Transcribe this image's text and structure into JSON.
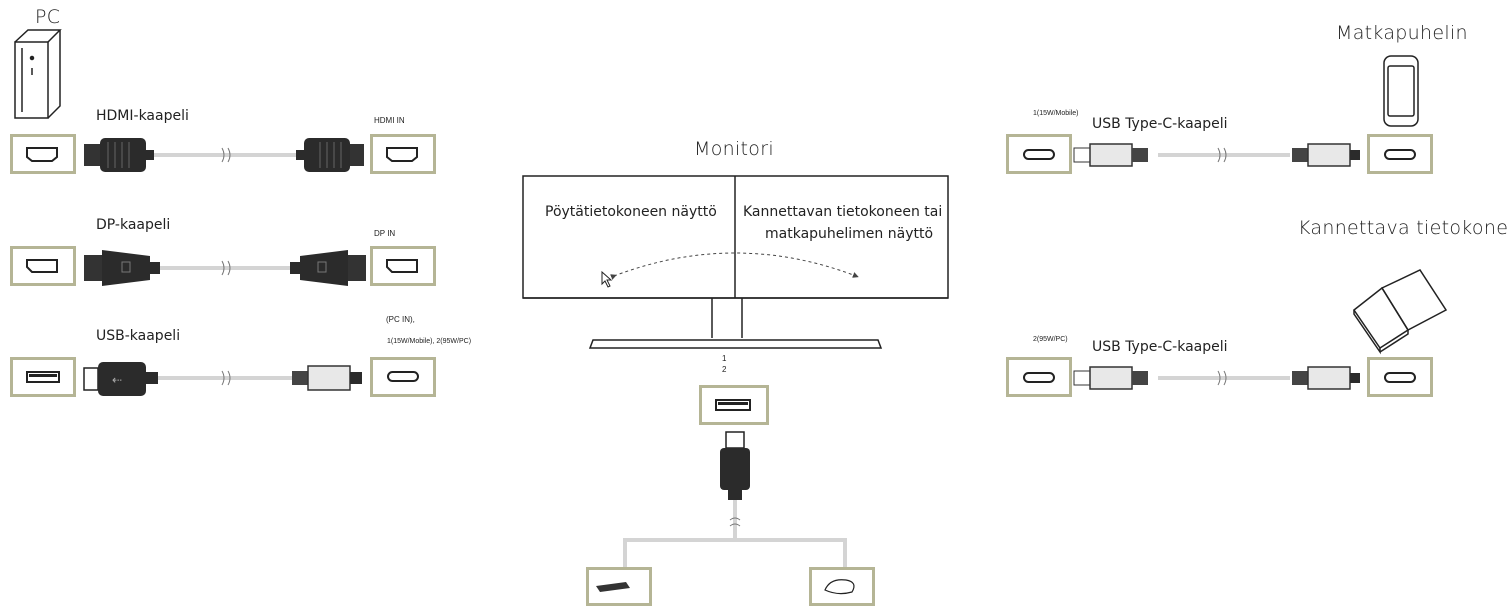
{
  "pc": {
    "title": "PC",
    "hdmi_cable": "HDMI-kaapeli",
    "hdmi_in": "HDMI IN",
    "dp_cable": "DP-kaapeli",
    "dp_in": "DP IN",
    "usb_cable": "USB-kaapeli",
    "usb_port_label_1": "(PC IN),",
    "usb_port_label_2": "1(15W/Mobile), 2(95W/PC)"
  },
  "monitor": {
    "title": "Monitori",
    "left_screen": "Pöytätietokoneen näyttö",
    "right_screen_line1": "Kannettavan tietokoneen tai",
    "right_screen_line2": "matkapuhelimen näyttö",
    "usb_hub_label_1": "1",
    "usb_hub_label_2": "2"
  },
  "mobile": {
    "title": "Matkapuhelin",
    "port_label": "1(15W/Mobile)",
    "cable": "USB Type-C-kaapeli"
  },
  "laptop": {
    "title": "Kannettava tietokone",
    "port_label": "2(95W/PC)",
    "cable": "USB Type-C-kaapeli"
  },
  "colors": {
    "port_border": "#b5b595",
    "cable": "#d9d9d9",
    "connector": "#2b2b2b"
  }
}
